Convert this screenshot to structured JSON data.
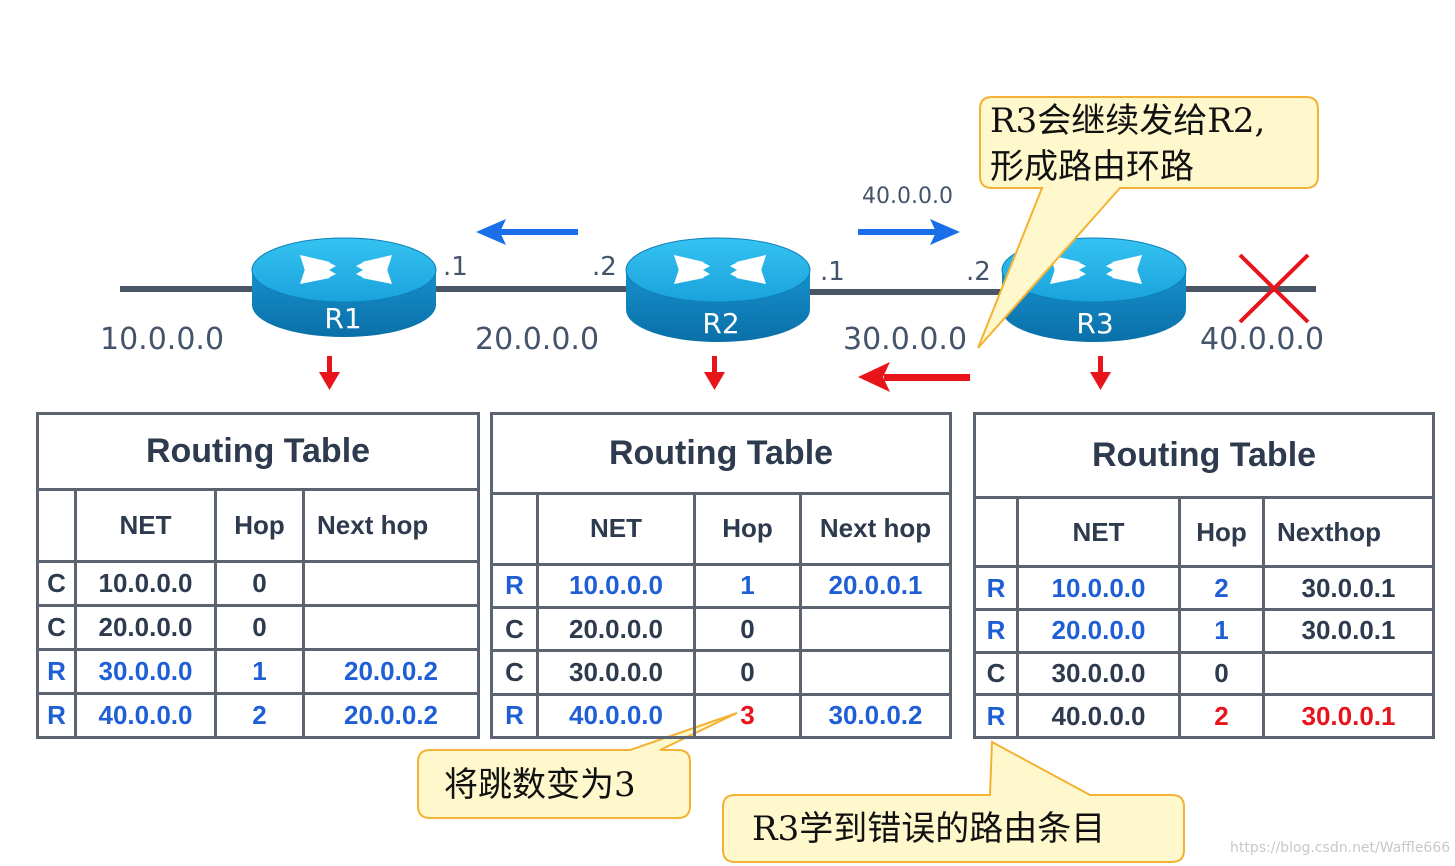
{
  "networks": [
    "10.0.0.0",
    "20.0.0.0",
    "30.0.0.0",
    "40.0.0.0"
  ],
  "ports": {
    "r1_right": ".1",
    "r2_left": ".2",
    "r2_right": ".1",
    "r3_left": ".2"
  },
  "routers": [
    "R1",
    "R2",
    "R3"
  ],
  "update_arrow_label": "40.0.0.0",
  "callouts": {
    "top": [
      "R3会继续发给R2,",
      "形成路由环路"
    ],
    "hop": "将跳数变为3",
    "bottom": "R3学到错误的路由条目"
  },
  "tables": [
    {
      "title": "Routing Table",
      "headers": [
        "",
        "NET",
        "Hop",
        "Next hop"
      ],
      "rows": [
        {
          "type": "C",
          "net": "10.0.0.0",
          "hop": "0",
          "next": "",
          "tc": "gray",
          "nc": "gray",
          "hc": "gray",
          "xc": "gray"
        },
        {
          "type": "C",
          "net": "20.0.0.0",
          "hop": "0",
          "next": "",
          "tc": "gray",
          "nc": "gray",
          "hc": "gray",
          "xc": "gray"
        },
        {
          "type": "R",
          "net": "30.0.0.0",
          "hop": "1",
          "next": "20.0.0.2",
          "tc": "blue",
          "nc": "blue",
          "hc": "blue",
          "xc": "blue"
        },
        {
          "type": "R",
          "net": "40.0.0.0",
          "hop": "2",
          "next": "20.0.0.2",
          "tc": "blue",
          "nc": "blue",
          "hc": "blue",
          "xc": "blue"
        }
      ]
    },
    {
      "title": "Routing Table",
      "headers": [
        "",
        "NET",
        "Hop",
        "Next hop"
      ],
      "rows": [
        {
          "type": "R",
          "net": "10.0.0.0",
          "hop": "1",
          "next": "20.0.0.1",
          "tc": "blue",
          "nc": "blue",
          "hc": "blue",
          "xc": "blue"
        },
        {
          "type": "C",
          "net": "20.0.0.0",
          "hop": "0",
          "next": "",
          "tc": "gray",
          "nc": "gray",
          "hc": "gray",
          "xc": "gray"
        },
        {
          "type": "C",
          "net": "30.0.0.0",
          "hop": "0",
          "next": "",
          "tc": "gray",
          "nc": "gray",
          "hc": "gray",
          "xc": "gray"
        },
        {
          "type": "R",
          "net": "40.0.0.0",
          "hop": "3",
          "next": "30.0.0.2",
          "tc": "blue",
          "nc": "blue",
          "hc": "red",
          "xc": "blue"
        }
      ]
    },
    {
      "title": "Routing Table",
      "headers": [
        "",
        "NET",
        "Hop",
        "Nexthop"
      ],
      "rows": [
        {
          "type": "R",
          "net": "10.0.0.0",
          "hop": "2",
          "next": "30.0.0.1",
          "tc": "blue",
          "nc": "blue",
          "hc": "blue",
          "xc": "gray"
        },
        {
          "type": "R",
          "net": "20.0.0.0",
          "hop": "1",
          "next": "30.0.0.1",
          "tc": "blue",
          "nc": "blue",
          "hc": "blue",
          "xc": "gray"
        },
        {
          "type": "C",
          "net": "30.0.0.0",
          "hop": "0",
          "next": "",
          "tc": "gray",
          "nc": "gray",
          "hc": "gray",
          "xc": "gray"
        },
        {
          "type": "R",
          "net": "40.0.0.0",
          "hop": "2",
          "next": "30.0.0.1",
          "tc": "blue",
          "nc": "gray",
          "hc": "red",
          "xc": "red"
        }
      ]
    }
  ],
  "watermark": "https://blog.csdn.net/Waffle666",
  "colors": {
    "link": "#4a5566",
    "blue_arrow": "#1a6fe8",
    "red_arrow": "#e8141c",
    "router_top": "#29b6e8",
    "router_side": "#0e86c2",
    "callout_fill": "#fff8cc",
    "callout_stroke": "#f3b234"
  }
}
